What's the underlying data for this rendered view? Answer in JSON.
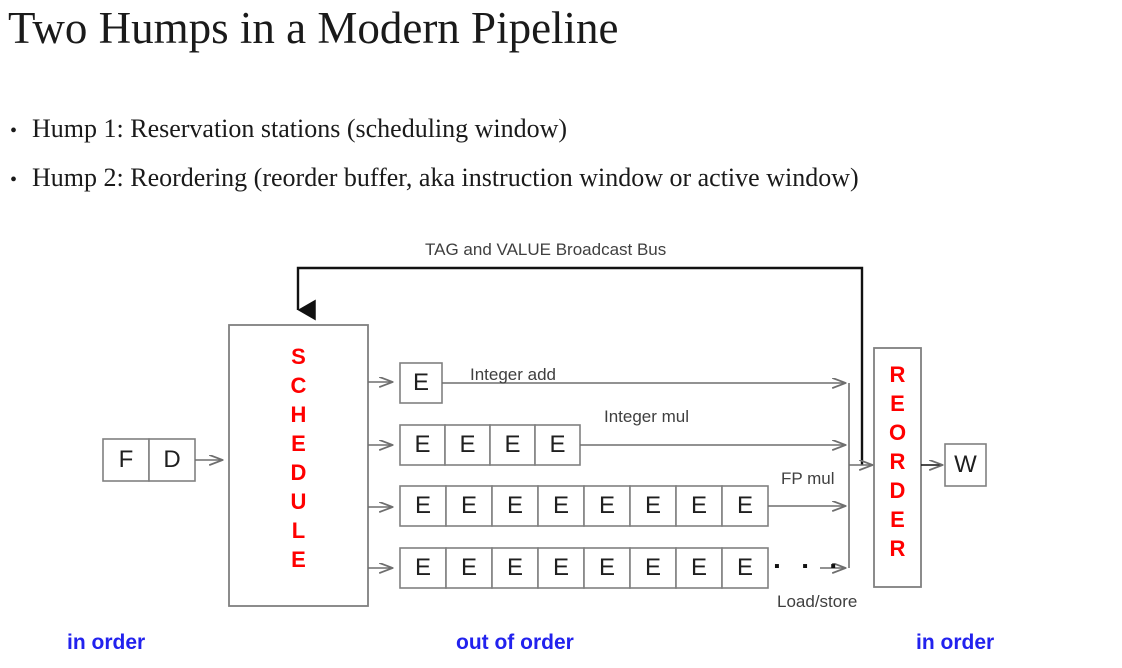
{
  "slide": {
    "title": "Two Humps in a Modern Pipeline",
    "bullet_marker": "•",
    "bullets": [
      "Hump 1: Reservation stations (scheduling window)",
      "Hump 2: Reordering (reorder buffer, aka instruction window or active window)"
    ]
  },
  "diagram": {
    "bus_label": "TAG and VALUE Broadcast Bus",
    "front_end": {
      "fetch": "F",
      "decode": "D"
    },
    "schedule_box": {
      "letters": [
        "S",
        "C",
        "H",
        "E",
        "D",
        "U",
        "L",
        "E"
      ],
      "text": "SCHEDULE",
      "color": "#ff0000"
    },
    "reorder_box": {
      "letters": [
        "R",
        "E",
        "O",
        "R",
        "D",
        "E",
        "R"
      ],
      "text": "REORDER",
      "color": "#ff0000"
    },
    "writeback": {
      "label": "W"
    },
    "exec_unit_cell": "E",
    "exec_rows": [
      {
        "name": "integer-add",
        "label": "Integer add",
        "cells": 1,
        "ellipsis": false
      },
      {
        "name": "integer-mul",
        "label": "Integer mul",
        "cells": 4,
        "ellipsis": false
      },
      {
        "name": "fp-mul",
        "label": "FP mul",
        "cells": 8,
        "ellipsis": false
      },
      {
        "name": "load-store",
        "label": "Load/store",
        "cells": 8,
        "ellipsis": true
      }
    ],
    "ellipsis": "▪ ▪ ▪",
    "stage_labels": [
      {
        "name": "front",
        "text": "in order"
      },
      {
        "name": "middle",
        "text": "out of order"
      },
      {
        "name": "back",
        "text": "in order"
      }
    ],
    "colors": {
      "line": "#6e6e6e",
      "bus": "#111111",
      "box_border": "#808080",
      "red": "#ff0000",
      "blue": "#2222ee"
    }
  }
}
